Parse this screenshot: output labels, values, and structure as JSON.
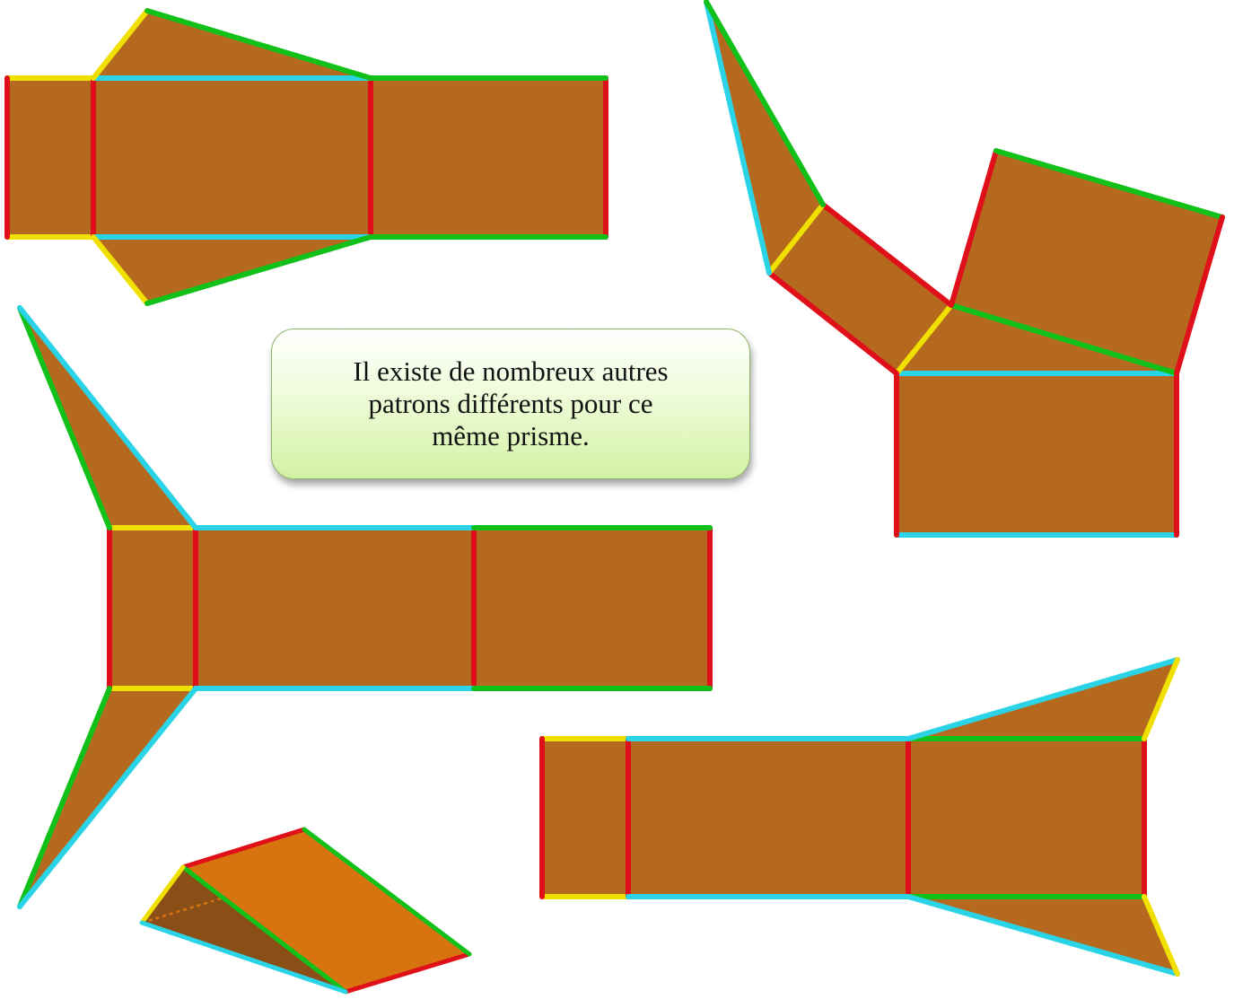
{
  "callout": {
    "lines": [
      "Il existe de nombreux autres",
      "patrons différents pour ce",
      "même prisme."
    ]
  },
  "colors": {
    "face": "#b5691f",
    "prism_face_light": "#d8740f",
    "prism_face_dark": "#8a4f17",
    "edge_red": "#e0101a",
    "edge_green": "#12c01a",
    "edge_cyan": "#2ad4e6",
    "edge_yellow": "#f0e000",
    "callout_top": "#ffffff",
    "callout_bottom": "#d3f2a4"
  }
}
